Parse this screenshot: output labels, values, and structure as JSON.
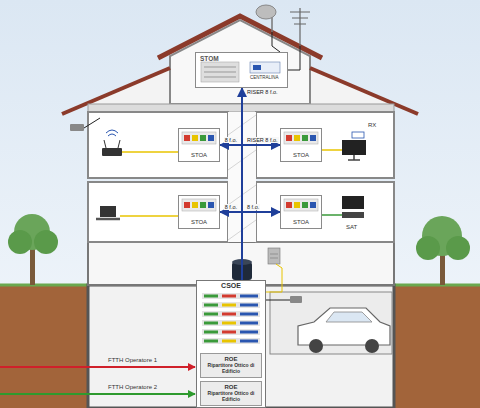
{
  "diagram": {
    "nodes": [
      {
        "text": [
          "STOM"
        ]
      },
      {
        "text": [
          "STOA"
        ]
      },
      {
        "text": [
          "STOA"
        ]
      },
      {
        "text": [
          "STOA"
        ]
      },
      {
        "text": [
          "STOA"
        ]
      },
      {
        "text": [
          "CSOE"
        ]
      },
      {
        "text": [
          "ROE",
          "Ripartitore Ottico di Edificio"
        ],
        "in": 5
      },
      {
        "text": [
          "ROE",
          "Ripartitore Ottico di Edificio"
        ],
        "in": 5
      }
    ],
    "edges": [
      {
        "from": 5,
        "to": 0,
        "arrow": "to",
        "label": "RISER 8 f.o."
      },
      {
        "from": 5,
        "to": 2,
        "arrow": "to",
        "label": "RISER 8 f.o."
      },
      {
        "from": 5,
        "to": 1,
        "arrow": "to",
        "label": "8 f.o."
      },
      {
        "from": 5,
        "to": 4,
        "arrow": "to",
        "label": "8 f.o."
      },
      {
        "from": 5,
        "to": 3,
        "arrow": "to",
        "label": "8 f.o."
      }
    ],
    "labels": [
      "CENTRALINA",
      "RX",
      "SAT",
      "FTTH Operatore 1",
      "FTTH Operatore 2"
    ]
  }
}
